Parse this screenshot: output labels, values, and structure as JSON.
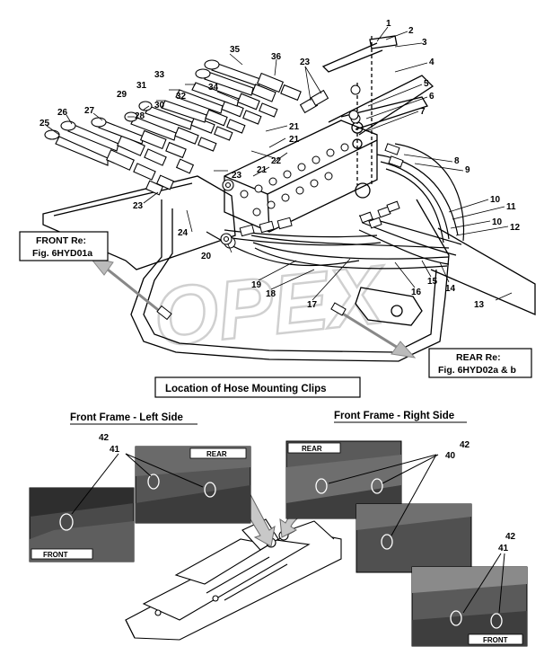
{
  "callouts": [
    {
      "id": "c1",
      "text": "1"
    },
    {
      "id": "c2",
      "text": "2"
    },
    {
      "id": "c3",
      "text": "3"
    },
    {
      "id": "c4",
      "text": "4"
    },
    {
      "id": "c5",
      "text": "5"
    },
    {
      "id": "c6",
      "text": "6"
    },
    {
      "id": "c7",
      "text": "7"
    },
    {
      "id": "c8",
      "text": "8"
    },
    {
      "id": "c9",
      "text": "9"
    },
    {
      "id": "c10a",
      "text": "10"
    },
    {
      "id": "c11",
      "text": "11"
    },
    {
      "id": "c10b",
      "text": "10"
    },
    {
      "id": "c12",
      "text": "12"
    },
    {
      "id": "c13",
      "text": "13"
    },
    {
      "id": "c14",
      "text": "14"
    },
    {
      "id": "c15",
      "text": "15"
    },
    {
      "id": "c16",
      "text": "16"
    },
    {
      "id": "c17",
      "text": "17"
    },
    {
      "id": "c18",
      "text": "18"
    },
    {
      "id": "c19",
      "text": "19"
    },
    {
      "id": "c20",
      "text": "20"
    },
    {
      "id": "c21a",
      "text": "21"
    },
    {
      "id": "c21b",
      "text": "21"
    },
    {
      "id": "c21c",
      "text": "21"
    },
    {
      "id": "c22",
      "text": "22"
    },
    {
      "id": "c23a",
      "text": "23"
    },
    {
      "id": "c23b",
      "text": "23"
    },
    {
      "id": "c23c",
      "text": "23"
    },
    {
      "id": "c24",
      "text": "24"
    },
    {
      "id": "c25",
      "text": "25"
    },
    {
      "id": "c26",
      "text": "26"
    },
    {
      "id": "c27",
      "text": "27"
    },
    {
      "id": "c28",
      "text": "28"
    },
    {
      "id": "c29",
      "text": "29"
    },
    {
      "id": "c30",
      "text": "30"
    },
    {
      "id": "c31",
      "text": "31"
    },
    {
      "id": "c32",
      "text": "32"
    },
    {
      "id": "c33",
      "text": "33"
    },
    {
      "id": "c34",
      "text": "34"
    },
    {
      "id": "c35",
      "text": "35"
    },
    {
      "id": "c36",
      "text": "36"
    },
    {
      "id": "c42a",
      "text": "42"
    },
    {
      "id": "c41a",
      "text": "41"
    },
    {
      "id": "c42b",
      "text": "42"
    },
    {
      "id": "c40",
      "text": "40"
    },
    {
      "id": "c42c",
      "text": "42"
    },
    {
      "id": "c41c",
      "text": "41"
    }
  ],
  "front_ref": {
    "line1": "FRONT Re:",
    "line2": "Fig. 6HYD01a"
  },
  "rear_ref": {
    "line1": "REAR  Re:",
    "line2": "Fig. 6HYD02a & b"
  },
  "section_title": "Location of Hose Mounting Clips",
  "left_side_title": "Front Frame - Left Side",
  "right_side_title": "Front Frame - Right Side",
  "photo_tags": {
    "rear": "REAR",
    "front": "FRONT"
  },
  "watermark": "OPEX",
  "colors": {
    "line": "#000000",
    "photo_dark": "#3a3a3a",
    "photo_mid": "#5c5c5c",
    "watermark": "#d0d0d0"
  }
}
